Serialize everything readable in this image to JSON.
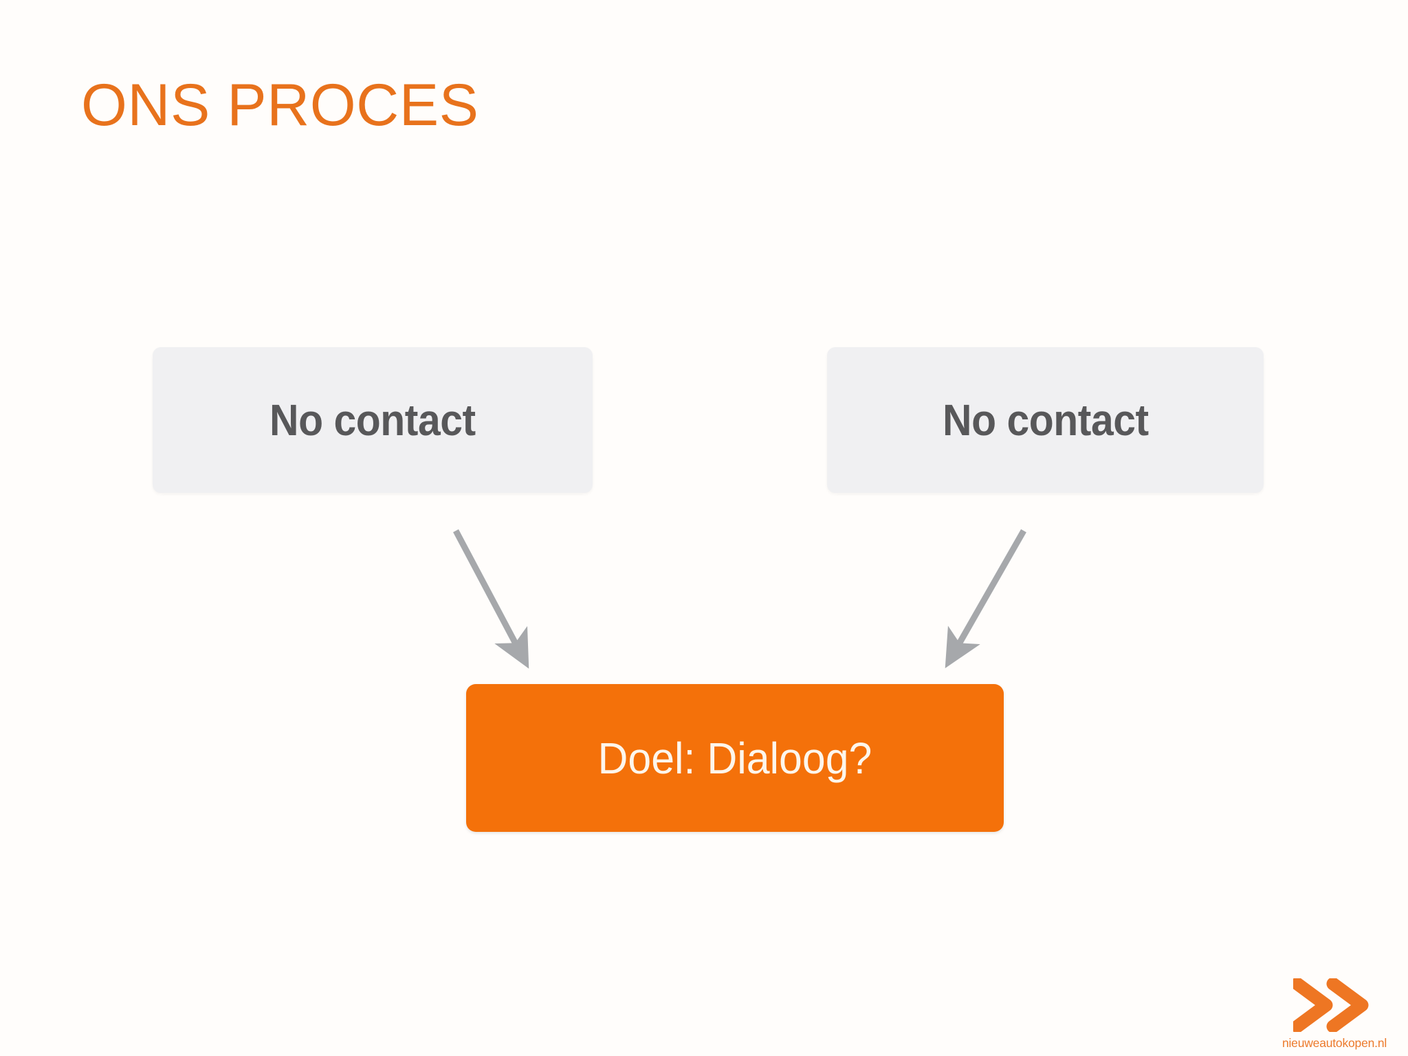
{
  "slide": {
    "title": "ONS PROCES",
    "background_color": "#fffdfb"
  },
  "theme": {
    "accent_orange": "#F4710A",
    "title_orange": "#E8721C",
    "logo_orange": "#EC7A2C",
    "node_gray_bg": "#F0F0F2",
    "node_gray_text": "#58585A",
    "goal_text": "#FDF6EC",
    "arrow_gray": "#A6A8AB"
  },
  "diagram": {
    "nodes": [
      {
        "id": "left",
        "label": "No contact",
        "style": "gray"
      },
      {
        "id": "right",
        "label": "No contact",
        "style": "gray"
      },
      {
        "id": "goal",
        "label": "Doel: Dialoog?",
        "style": "orange"
      }
    ],
    "arrows": [
      {
        "from": "left",
        "to": "goal",
        "direction": "down-right"
      },
      {
        "from": "right",
        "to": "goal",
        "direction": "down-left"
      }
    ]
  },
  "logo": {
    "text": "nieuweautokopen.nl",
    "mark": "double-chevron-right-icon"
  }
}
